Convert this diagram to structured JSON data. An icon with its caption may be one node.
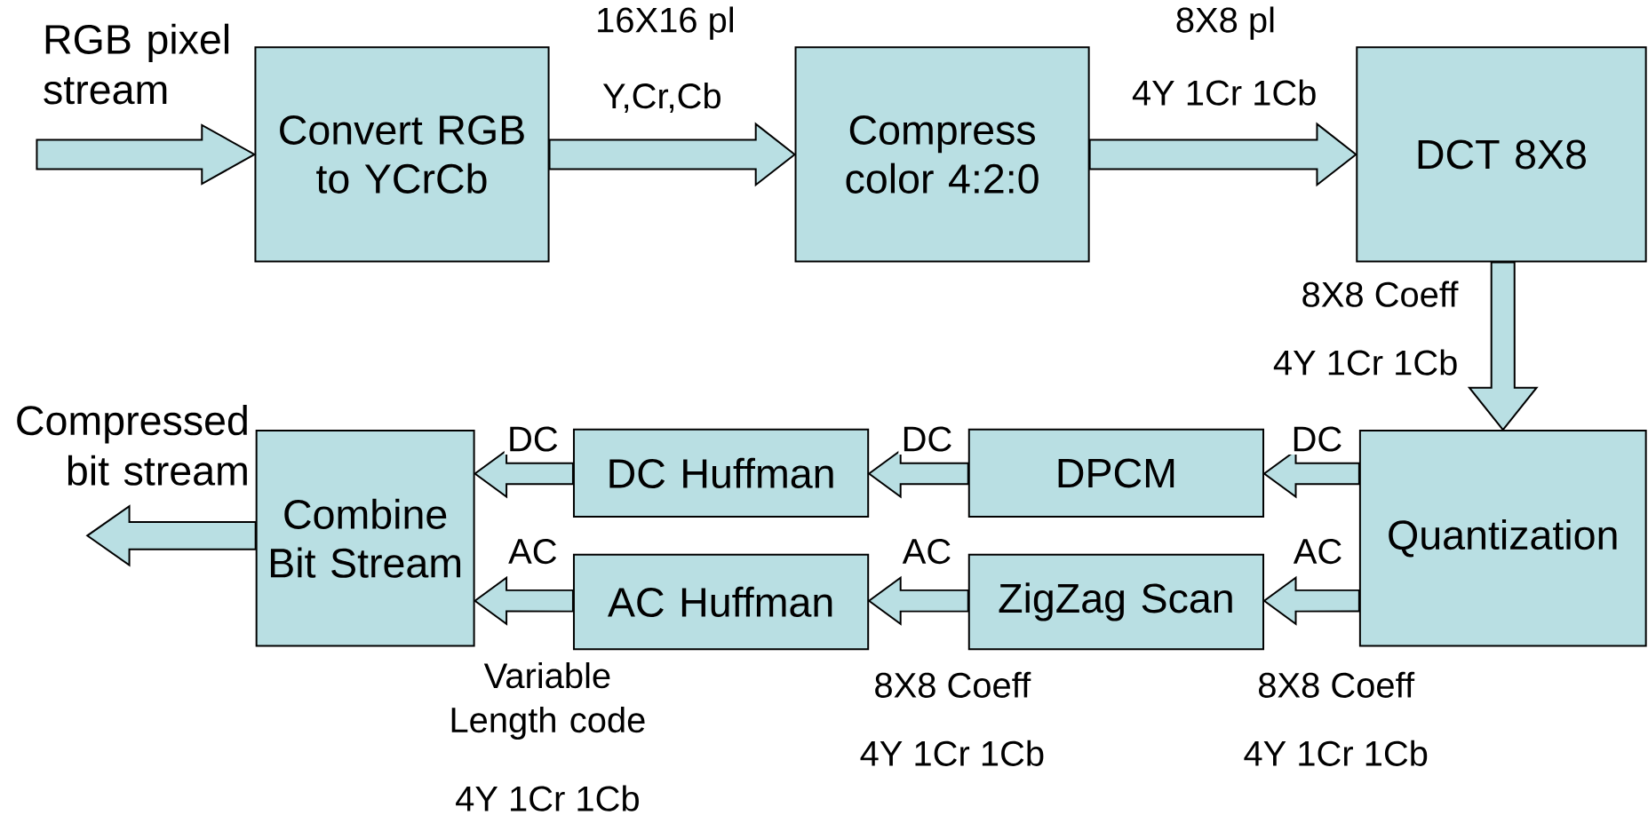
{
  "diagram": {
    "nodes": [
      {
        "text": [
          "Convert RGB to YCrCb"
        ]
      },
      {
        "text": [
          "Compress color 4:2:0"
        ]
      },
      {
        "text": [
          "DCT 8X8"
        ]
      },
      {
        "text": [
          "Quantization"
        ]
      },
      {
        "text": [
          "DPCM"
        ]
      },
      {
        "text": [
          "ZigZag Scan"
        ]
      },
      {
        "text": [
          "DC Huffman"
        ]
      },
      {
        "text": [
          "AC Huffman"
        ]
      },
      {
        "text": [
          "Combine Bit Stream"
        ]
      }
    ],
    "edges": [
      {
        "from": null,
        "to": 0,
        "arrow": "to"
      },
      {
        "from": 0,
        "to": 1,
        "arrow": "to"
      },
      {
        "from": 1,
        "to": 2,
        "arrow": "to"
      },
      {
        "from": 2,
        "to": 3,
        "arrow": "to"
      },
      {
        "from": 3,
        "to": 4,
        "arrow": "to",
        "label": "DC"
      },
      {
        "from": 3,
        "to": 5,
        "arrow": "to",
        "label": "AC"
      },
      {
        "from": 4,
        "to": 6,
        "arrow": "to",
        "label": "DC"
      },
      {
        "from": 5,
        "to": 7,
        "arrow": "to",
        "label": "AC"
      },
      {
        "from": 6,
        "to": 8,
        "arrow": "to",
        "label": "DC"
      },
      {
        "from": 7,
        "to": 8,
        "arrow": "to",
        "label": "AC"
      },
      {
        "from": 8,
        "to": null,
        "arrow": "to"
      }
    ],
    "labels": [
      "RGB pixel stream",
      "16X16 pl",
      "Y,Cr,Cb",
      "8X8 pl",
      "4Y 1Cr 1Cb",
      "8X8 Coeff",
      "4Y 1Cr 1Cb",
      "Compressed bit stream",
      "Variable Length code",
      "4Y 1Cr 1Cb",
      "8X8 Coeff",
      "4Y 1Cr 1Cb",
      "8X8 Coeff",
      "4Y 1Cr 1Cb"
    ]
  }
}
